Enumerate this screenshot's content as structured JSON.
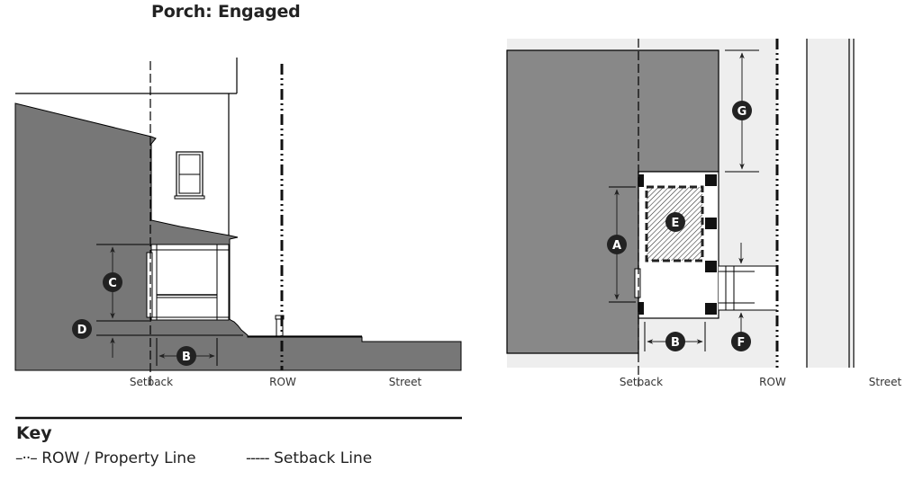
{
  "title": "Porch: Engaged",
  "colors": {
    "building_fill": "#777777",
    "plan_building_fill": "#888888",
    "lot_fill": "#eeeeee",
    "marker_fill": "#222222",
    "line": "#000000"
  },
  "elevation": {
    "axis_labels": {
      "setback": "Setback",
      "row": "ROW",
      "street": "Street"
    },
    "markers": {
      "c": "C",
      "d": "D",
      "b": "B"
    }
  },
  "plan": {
    "axis_labels": {
      "setback": "Setback",
      "row": "ROW",
      "street": "Street"
    },
    "markers": {
      "a": "A",
      "b": "B",
      "e": "E",
      "f": "F",
      "g": "G"
    }
  },
  "key": {
    "title": "Key",
    "items": [
      {
        "symbol": "–··–",
        "label": "ROW / Property Line"
      },
      {
        "symbol": "-----",
        "label": "Setback Line"
      }
    ]
  }
}
